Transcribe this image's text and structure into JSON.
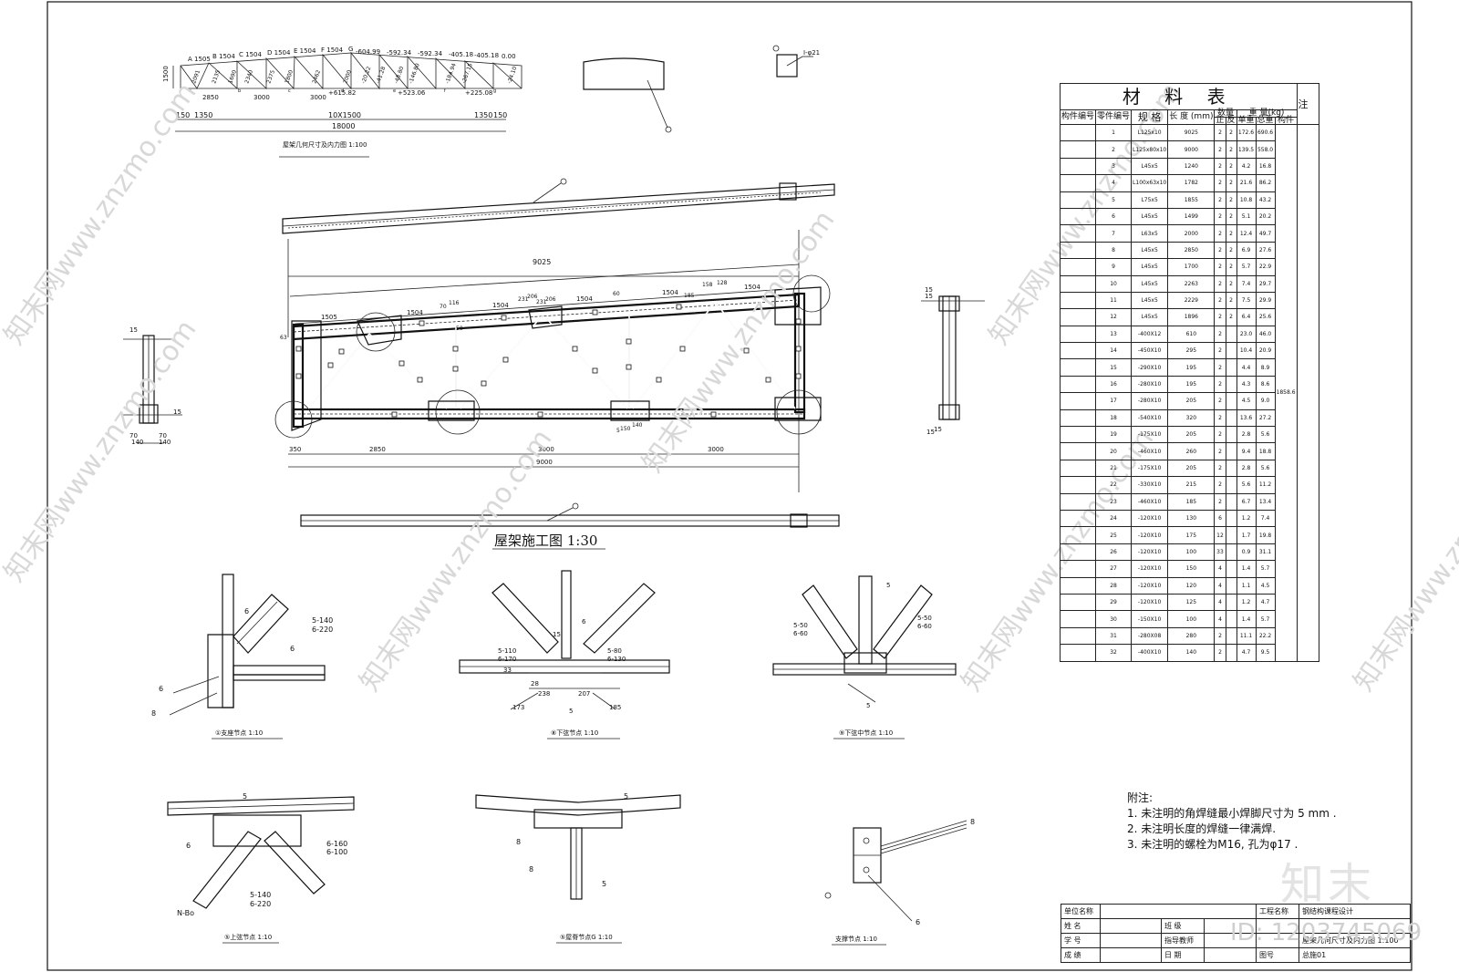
{
  "geometry_text": {
    "panels_top": [
      "A 1505",
      "B 1504",
      "C 1504",
      "D 1504",
      "E 1504",
      "F 1504",
      "G"
    ],
    "forces_top": [
      "-604.99",
      "-592.34",
      "-592.34",
      "-405.18",
      "-405.18",
      "0.00"
    ],
    "forces_diag": [
      "2091",
      "2135",
      "1690",
      "2340",
      "2375",
      "1800",
      "2462",
      "2000",
      "-20.22",
      "-41.28",
      "-48.80",
      "-146.80",
      "-184.94",
      "-267.15",
      "-24.10"
    ],
    "forces_bottom": [
      "+615.82",
      "+523.06",
      "+225.08"
    ],
    "height": "1500",
    "bottom_panels": [
      "2850",
      "3000",
      "3000"
    ],
    "bottom_nodes": [
      "a",
      "b",
      "c",
      "d",
      "e",
      "f",
      "g"
    ],
    "dim_row": [
      "150",
      "1350",
      "10X1500",
      "1350",
      "150"
    ],
    "total_span": "18000",
    "caption": "屋架几何尺寸及内力图 1:100"
  },
  "small_labels": {
    "bolt_ref": "I-φ21"
  },
  "main_truss": {
    "title": "屋架施工图 1:30",
    "top_dims": [
      "9025",
      "1505",
      "1504",
      "1504",
      "1504",
      "1504",
      "1504"
    ],
    "bottom_dims": [
      "350",
      "2850",
      "3000",
      "3000",
      "9000"
    ],
    "member_marks": [
      "70",
      "116",
      "231",
      "206",
      "231",
      "206",
      "60",
      "158",
      "128",
      "185",
      "5",
      "150",
      "140",
      "50",
      "63"
    ],
    "end_marks": [
      "15",
      "15",
      "70",
      "70",
      "140",
      "140"
    ],
    "side_marks": [
      "15",
      "15",
      "15",
      "15"
    ]
  },
  "details": [
    {
      "caption": "①支座节点 1:10",
      "welds": [
        "6",
        "5-140",
        "6-220",
        "6",
        "6",
        "8"
      ]
    },
    {
      "caption": "⑧下弦节点 1:10",
      "welds": [
        "6",
        "15",
        "5-110",
        "6-170",
        "5-80",
        "6-130",
        "33",
        "238",
        "207",
        "28",
        "173",
        "185",
        "5"
      ]
    },
    {
      "caption": "⑨下弦中节点 1:10",
      "welds": [
        "5",
        "5-50",
        "6-60",
        "5-50",
        "6-60",
        "5"
      ]
    },
    {
      "caption": "⑤上弦节点 1:10",
      "welds": [
        "5",
        "6",
        "6-160",
        "6-100",
        "5-140",
        "6-220",
        "N-Bo"
      ]
    },
    {
      "caption": "⑤屋脊节点G 1:10",
      "welds": [
        "5",
        "8",
        "8",
        "5"
      ]
    },
    {
      "caption": "支撑节点 1:10",
      "welds": [
        "8",
        "6"
      ]
    }
  ],
  "materials": {
    "title": "材 料 表",
    "headers": {
      "member_no": "构件编号",
      "part_no": "零件编号",
      "spec": "规 格",
      "length": "长 度 (mm)",
      "qty": "数量",
      "qty_sub": [
        "正",
        "反"
      ],
      "weight": "重 量(kg)",
      "weight_sub": [
        "单重",
        "总重",
        "构件"
      ],
      "note": "注"
    },
    "total": "1858.6",
    "rows": [
      [
        "1",
        "L125x10",
        "9025",
        "2",
        "2",
        "172.6",
        "690.6"
      ],
      [
        "2",
        "L125x80x10",
        "9000",
        "2",
        "2",
        "139.5",
        "558.0"
      ],
      [
        "3",
        "L45x5",
        "1240",
        "2",
        "2",
        "4.2",
        "16.8"
      ],
      [
        "4",
        "L100x63x10",
        "1782",
        "2",
        "2",
        "21.6",
        "86.2"
      ],
      [
        "5",
        "L75x5",
        "1855",
        "2",
        "2",
        "10.8",
        "43.2"
      ],
      [
        "6",
        "L45x5",
        "1499",
        "2",
        "2",
        "5.1",
        "20.2"
      ],
      [
        "7",
        "L63x5",
        "2000",
        "2",
        "2",
        "12.4",
        "49.7"
      ],
      [
        "8",
        "L45x5",
        "2850",
        "2",
        "2",
        "6.9",
        "27.6"
      ],
      [
        "9",
        "L45x5",
        "1700",
        "2",
        "2",
        "5.7",
        "22.9"
      ],
      [
        "10",
        "L45x5",
        "2263",
        "2",
        "2",
        "7.4",
        "29.7"
      ],
      [
        "11",
        "L45x5",
        "2229",
        "2",
        "2",
        "7.5",
        "29.9"
      ],
      [
        "12",
        "L45x5",
        "1896",
        "2",
        "2",
        "6.4",
        "25.6"
      ],
      [
        "13",
        "-400X12",
        "610",
        "2",
        "",
        "23.0",
        "46.0"
      ],
      [
        "14",
        "-450X10",
        "295",
        "2",
        "",
        "10.4",
        "20.9"
      ],
      [
        "15",
        "-290X10",
        "195",
        "2",
        "",
        "4.4",
        "8.9"
      ],
      [
        "16",
        "-280X10",
        "195",
        "2",
        "",
        "4.3",
        "8.6"
      ],
      [
        "17",
        "-280X10",
        "205",
        "2",
        "",
        "4.5",
        "9.0"
      ],
      [
        "18",
        "-540X10",
        "320",
        "2",
        "",
        "13.6",
        "27.2"
      ],
      [
        "19",
        "-175X10",
        "205",
        "2",
        "",
        "2.8",
        "5.6"
      ],
      [
        "20",
        "-460X10",
        "260",
        "2",
        "",
        "9.4",
        "18.8"
      ],
      [
        "21",
        "-175X10",
        "205",
        "2",
        "",
        "2.8",
        "5.6"
      ],
      [
        "22",
        "-330X10",
        "215",
        "2",
        "",
        "5.6",
        "11.2"
      ],
      [
        "23",
        "-460X10",
        "185",
        "2",
        "",
        "6.7",
        "13.4"
      ],
      [
        "24",
        "-120X10",
        "130",
        "6",
        "",
        "1.2",
        "7.4"
      ],
      [
        "25",
        "-120X10",
        "175",
        "12",
        "",
        "1.7",
        "19.8"
      ],
      [
        "26",
        "-120X10",
        "100",
        "33",
        "",
        "0.9",
        "31.1"
      ],
      [
        "27",
        "-120X10",
        "150",
        "4",
        "",
        "1.4",
        "5.7"
      ],
      [
        "28",
        "-120X10",
        "120",
        "4",
        "",
        "1.1",
        "4.5"
      ],
      [
        "29",
        "-120X10",
        "125",
        "4",
        "",
        "1.2",
        "4.7"
      ],
      [
        "30",
        "-150X10",
        "100",
        "4",
        "",
        "1.4",
        "5.7"
      ],
      [
        "31",
        "-280X08",
        "280",
        "2",
        "",
        "11.1",
        "22.2"
      ],
      [
        "32",
        "-400X10",
        "140",
        "2",
        "",
        "4.7",
        "9.5"
      ]
    ]
  },
  "notes": {
    "title": "附注:",
    "items": [
      "1. 未注明的角焊缝最小焊脚尺寸为 5 mm .",
      "2. 未注明长度的焊缝一律满焊.",
      "3. 未注明的螺栓为M16, 孔为φ17 ."
    ]
  },
  "title_block": {
    "r1": [
      "单位名称",
      "",
      "工程名称",
      "钢结构课程设计"
    ],
    "r2": [
      "姓 名",
      "",
      "班 级",
      "",
      "",
      ""
    ],
    "r3": [
      "学 号",
      "",
      "指导教师",
      "",
      "",
      "屋架几何尺寸及内力图 1:100"
    ],
    "r4": [
      "成 绩",
      "",
      "日 期",
      "",
      "图号",
      "总施01"
    ]
  },
  "watermarks": {
    "text": "知末网www.znzmo.com",
    "brand": "知末",
    "id": "ID: 1203745069"
  }
}
